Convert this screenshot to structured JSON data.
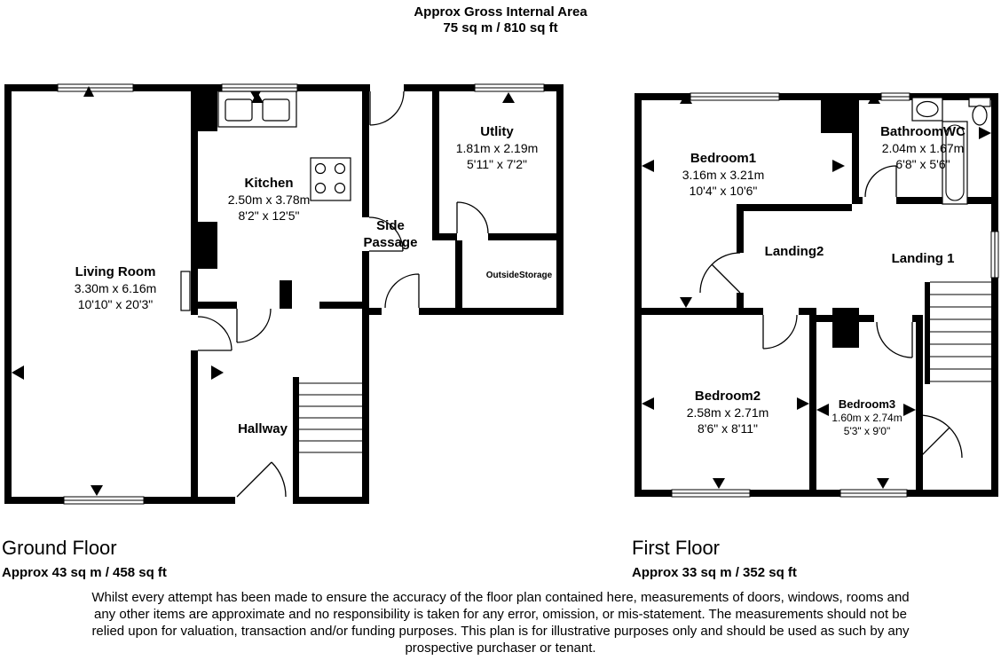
{
  "header": {
    "title": "Approx Gross Internal Area",
    "subtitle": "75 sq m / 810 sq ft"
  },
  "ground_floor": {
    "name": "Ground Floor",
    "area": "Approx 43 sq m / 458 sq ft",
    "rooms": {
      "living_room": {
        "name": "Living Room",
        "metric": "3.30m x 6.16m",
        "imperial": "10'10\" x 20'3\""
      },
      "kitchen": {
        "name": "Kitchen",
        "metric": "2.50m x 3.78m",
        "imperial": "8'2\" x 12'5\""
      },
      "utility": {
        "name": "Utlity",
        "metric": "1.81m x 2.19m",
        "imperial": "5'11\" x 7'2\""
      },
      "side_passage": {
        "name": "Side Passage"
      },
      "outside_storage": {
        "name": "OutsideStorage"
      },
      "hallway": {
        "name": "Hallway"
      }
    }
  },
  "first_floor": {
    "name": "First Floor",
    "area": "Approx 33 sq m / 352 sq ft",
    "rooms": {
      "bedroom1": {
        "name": "Bedroom1",
        "metric": "3.16m x 3.21m",
        "imperial": "10'4\" x 10'6\""
      },
      "bathroom": {
        "name": "BathroomWC",
        "metric": "2.04m x 1.67m",
        "imperial": "6'8\" x 5'6\""
      },
      "landing2": {
        "name": "Landing2"
      },
      "landing1": {
        "name": "Landing 1"
      },
      "bedroom2": {
        "name": "Bedroom2",
        "metric": "2.58m x 2.71m",
        "imperial": "8'6\" x 8'11\""
      },
      "bedroom3": {
        "name": "Bedroom3",
        "metric": "1.60m x 2.74m",
        "imperial": "5'3\" x 9'0\""
      }
    }
  },
  "disclaimer": "Whilst every attempt has been made to ensure the accuracy of the floor plan contained here, measurements of doors, windows, rooms and any other items are approximate and no responsibility is taken for any error, omission, or mis-statement. The measurements should not be relied upon for valuation, transaction and/or funding purposes. This plan is for illustrative purposes only and should be used as such by any prospective purchaser or tenant.",
  "colors": {
    "wall": "#000000",
    "background": "#ffffff"
  }
}
